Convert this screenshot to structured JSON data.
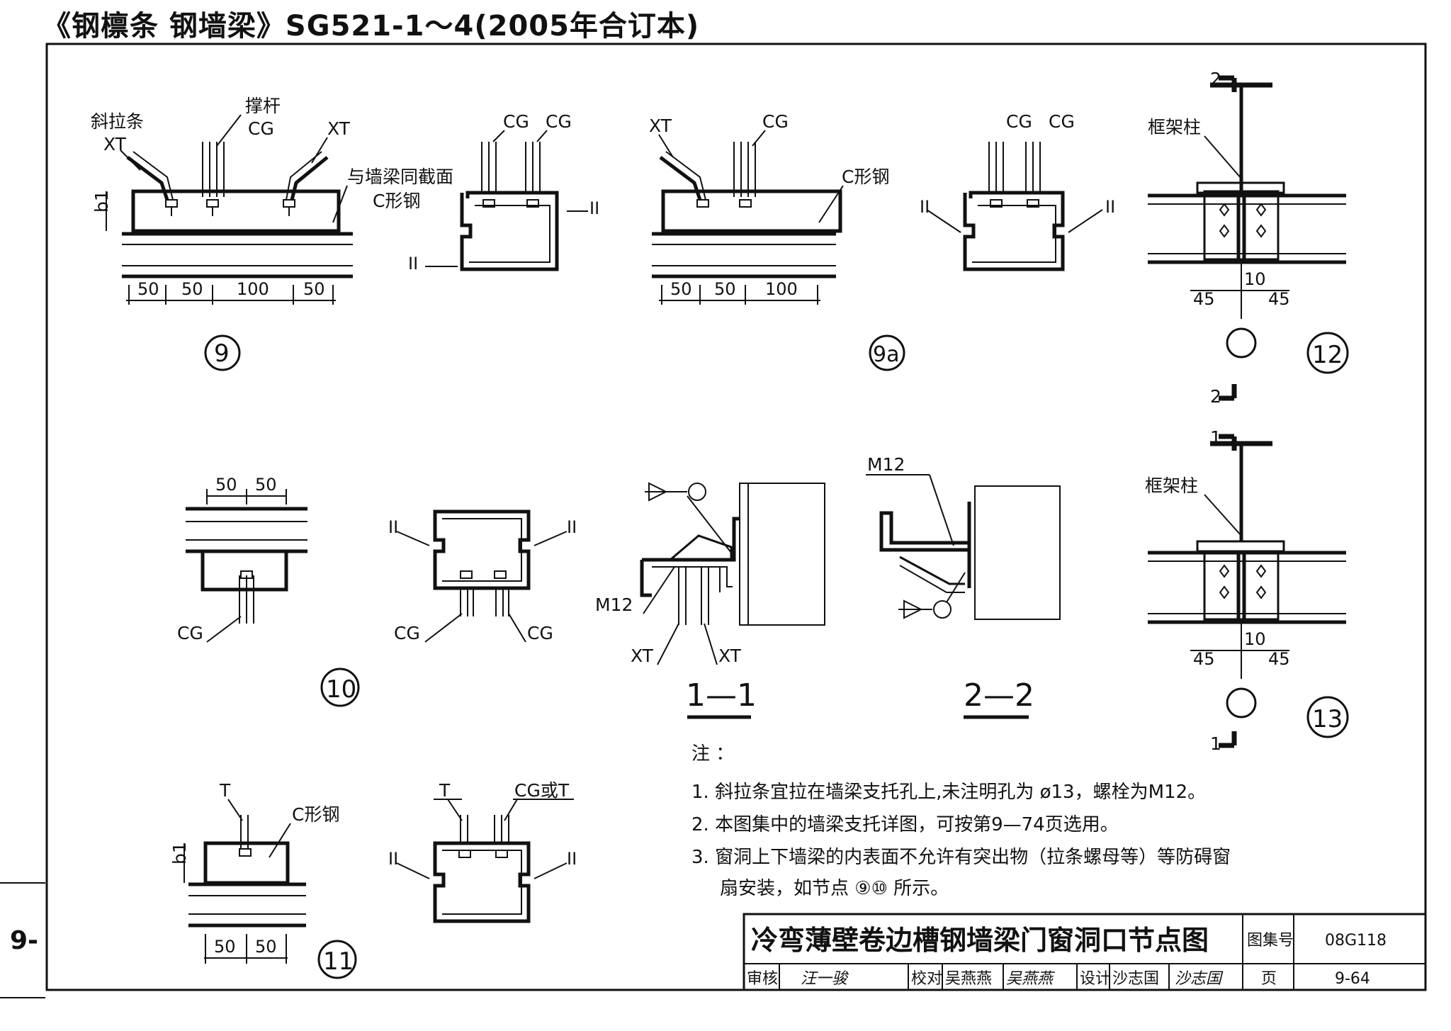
{
  "header": {
    "title": "《钢檩条 钢墙梁》SG521-1～4(2005年合订本)"
  },
  "side_tab": {
    "text": "9-"
  },
  "labels": {
    "xielatiao": "斜拉条",
    "chenggan": "撑杆",
    "cg": "CG",
    "xt": "XT",
    "t": "T",
    "cg_or_t": "CG或T",
    "same_section": "与墙梁同截面",
    "c_steel": "C形钢",
    "frame_column": "框架柱",
    "m12": "M12",
    "b1": "b1",
    "ii": "II"
  },
  "dims": {
    "d50": "50",
    "d100": "100",
    "d45": "45",
    "d10": "10"
  },
  "details": {
    "n9": "9",
    "n9a": "9a",
    "n10": "10",
    "n11": "11",
    "n12": "12",
    "n13": "13"
  },
  "sections": {
    "s11": "1—1",
    "s22": "2—2",
    "m1": "1",
    "m2": "2"
  },
  "notes": {
    "heading": "注 ：",
    "n1": "1. 斜拉条宜拉在墙梁支托孔上,未注明孔为 ø13，螺栓为M12。",
    "n2": "2. 本图集中的墙梁支托详图，可按第9—74页选用。",
    "n3a": "3. 窗洞上下墙梁的内表面不允许有突出物（拉条螺母等）等防碍窗",
    "n3b": "扇安装，如节点 ⑨⑩ 所示。"
  },
  "title_block": {
    "title": "冷弯薄壁卷边槽钢墙梁门窗洞口节点图",
    "atlas_label": "图集号",
    "atlas_no": "08G118",
    "review_label": "审核",
    "review_sig": "汪一骏",
    "check_label": "校对",
    "check_name": "吴燕燕",
    "check_sig": "吴燕燕",
    "design_label": "设计",
    "design_name": "沙志国",
    "design_sig": "沙志国",
    "page_label": "页",
    "page_no": "9-64"
  }
}
